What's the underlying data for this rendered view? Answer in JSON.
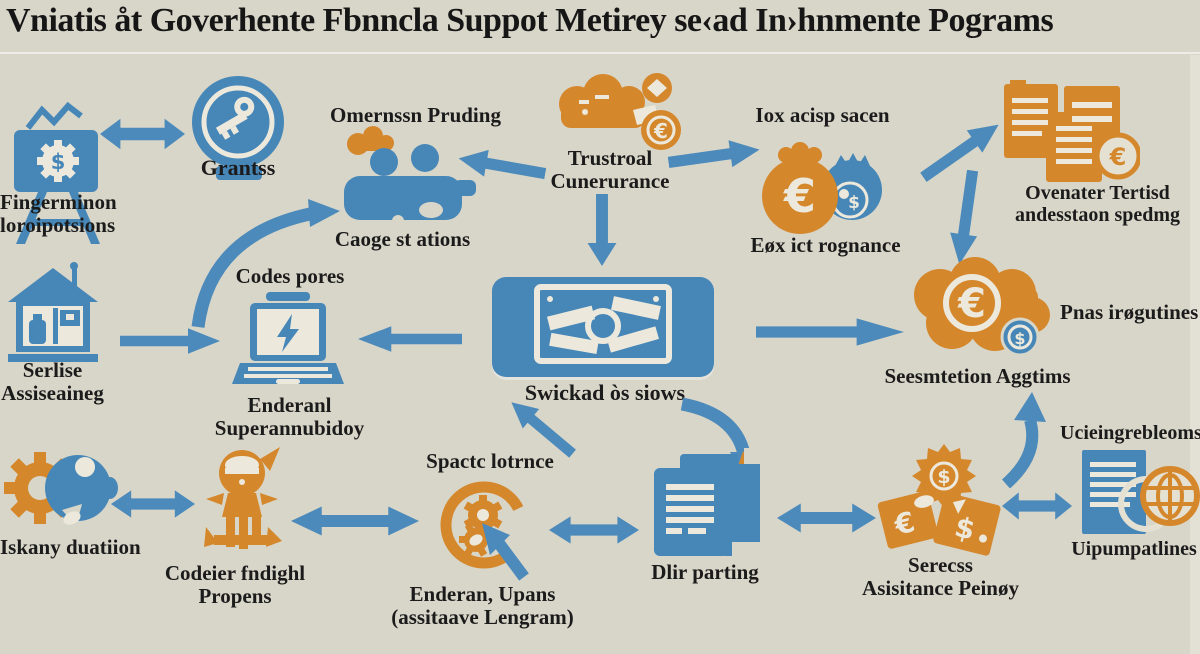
{
  "title": "Vniatis åt Goverhente Fbnncla Suppot Metirey se‹ad In›hnmente Pograms",
  "colors": {
    "background": "#d8d6c9",
    "blue": "#4787b8",
    "orange": "#d5872c",
    "cream": "#ece9dc",
    "text": "#1b1b1b",
    "arrow": "#4b8aba"
  },
  "nodes": {
    "easel": {
      "line1": "Fingerminon",
      "line2": "loroipotsions"
    },
    "grants": {
      "label": "Grantss"
    },
    "funding": {
      "label": "Omernssn Pruding"
    },
    "people": {
      "label": "Caoge st ations"
    },
    "insurance": {
      "line1": "Trustroal",
      "line2": "Cunerurance"
    },
    "tax": {
      "top": "Iox acisp sacen",
      "bottom": "Eøx ict rognance"
    },
    "reports": {
      "line1": "Ovenater Tertisd",
      "line2": "andesstaon spedmg"
    },
    "house": {
      "line1": "Serlise",
      "line2": "Assiseaineg"
    },
    "laptop": {
      "top": "Codes pores",
      "line1": "Enderanl",
      "line2": "Superannubidoy"
    },
    "handshake": {
      "label": "Swickad òs siows"
    },
    "euro": {
      "label": "Seesmtetion Aggtims",
      "right": "Pnas irøgutines",
      "lower_right": "Ucieingrebleoms"
    },
    "gear_piggy": {
      "label": "Iskany duatiion"
    },
    "figure": {
      "line1": "Codeier fndighl",
      "line2": "Propens"
    },
    "gears": {
      "top": "Spactc lotrnce",
      "line1": "Enderan, Upans",
      "line2": "(assitaave Lengram)"
    },
    "folder": {
      "label": "Dlir parting"
    },
    "tags": {
      "line1": "Serecss",
      "line2": "Asisitance Peinøy"
    },
    "globe_doc": {
      "label": "Uipumpatlines"
    }
  }
}
